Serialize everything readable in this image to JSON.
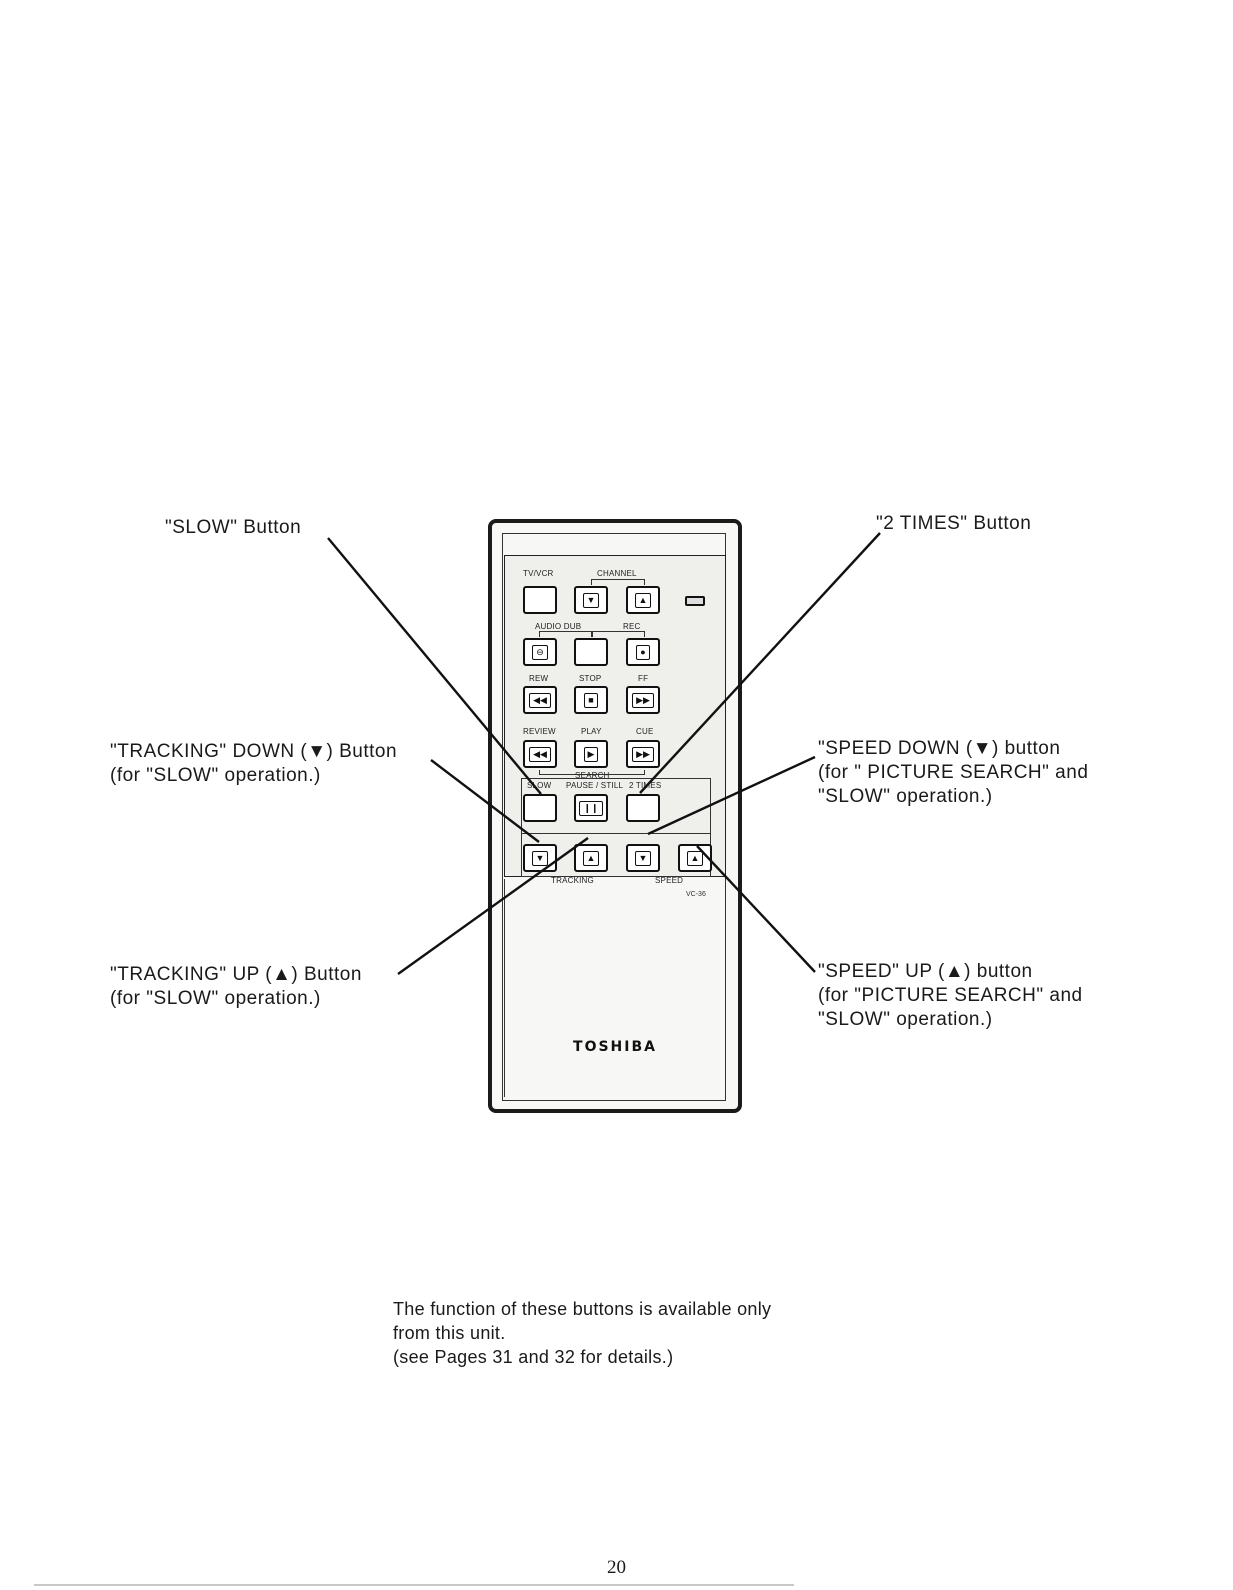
{
  "callouts": {
    "slow": [
      "\"SLOW\" Button"
    ],
    "two_times": [
      "\"2 TIMES\" Button"
    ],
    "tracking_down": [
      "\"TRACKING\" DOWN (▼) Button",
      "(for \"SLOW\" operation.)"
    ],
    "speed_down": [
      "\"SPEED DOWN (▼) button",
      "(for \" PICTURE SEARCH\" and",
      "\"SLOW\" operation.)"
    ],
    "tracking_up": [
      "\"TRACKING\" UP (▲) Button",
      "(for \"SLOW\" operation.)"
    ],
    "speed_up": [
      "\"SPEED\" UP (▲) button",
      "(for \"PICTURE SEARCH\" and",
      "\"SLOW\" operation.)"
    ]
  },
  "remote": {
    "labels": {
      "tv_vcr": "TV/VCR",
      "channel": "CHANNEL",
      "audio_dub": "AUDIO DUB",
      "rec": "REC",
      "rew": "REW",
      "stop": "STOP",
      "ff": "FF",
      "review": "REVIEW",
      "play": "PLAY",
      "cue": "CUE",
      "search": "SEARCH",
      "slow": "SLOW",
      "pause_still": "PAUSE / STILL",
      "two_times": "2 TIMES",
      "tracking": "TRACKING",
      "speed": "SPEED"
    },
    "glyphs": {
      "channel_down": "▼",
      "channel_up": "▲",
      "audio_dub": "⊖",
      "rec": "●",
      "rew": "◀◀",
      "stop": "■",
      "ff": "▶▶",
      "review": "◀◀",
      "play": "▶",
      "cue": "▶▶",
      "pause": "❙❙",
      "tracking_down": "▼",
      "tracking_up": "▲",
      "speed_down": "▼",
      "speed_up": "▲"
    },
    "model": "VC-36",
    "brand": "TOSHIBA"
  },
  "note": [
    "The function of these buttons is available only",
    "from this unit.",
    "(see Pages 31 and 32 for details.)"
  ],
  "page_number": "20"
}
